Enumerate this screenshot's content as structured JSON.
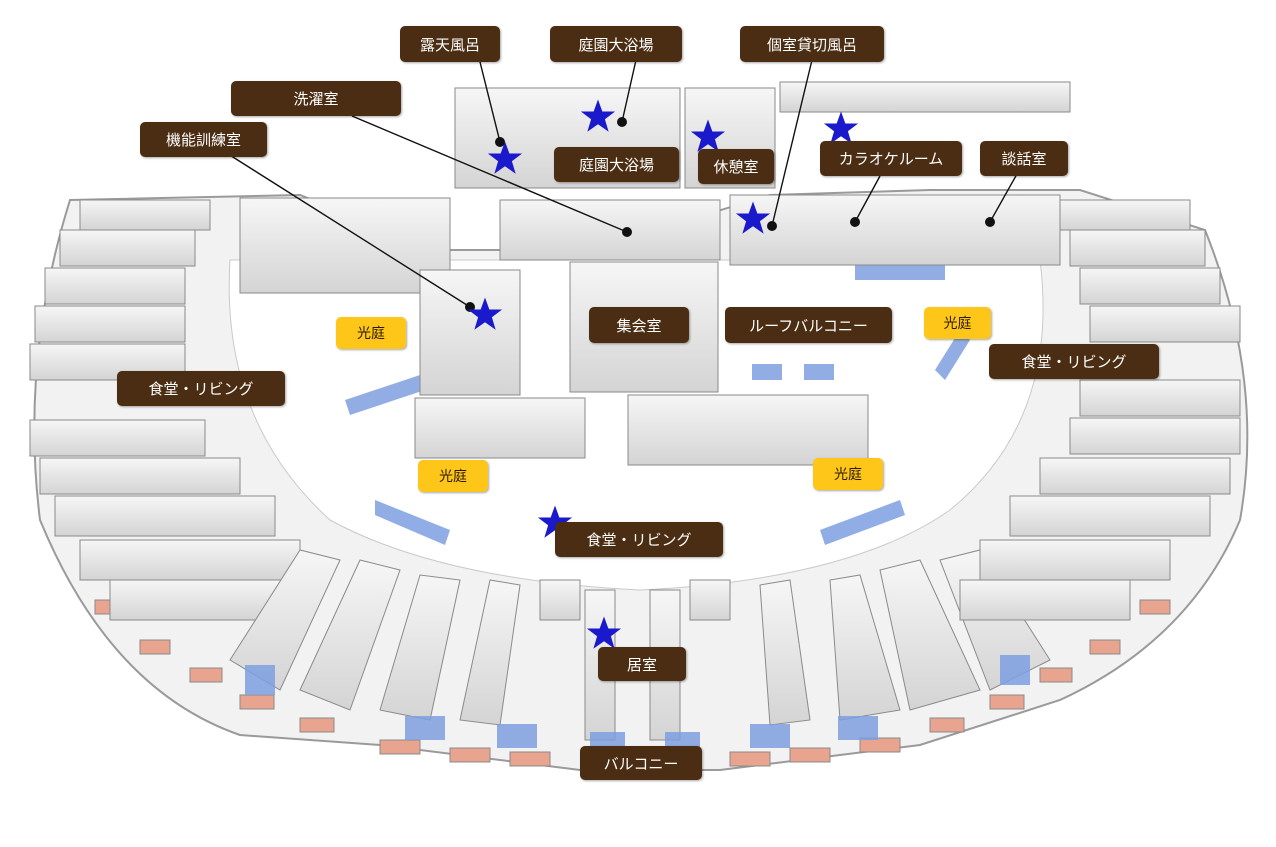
{
  "labels": {
    "open_air_bath": "露天風呂",
    "garden_bath_top": "庭園大浴場",
    "private_bath": "個室貸切風呂",
    "laundry": "洗濯室",
    "training_room": "機能訓練室",
    "garden_bath": "庭園大浴場",
    "lounge": "休憩室",
    "karaoke": "カラオケルーム",
    "conversation_room": "談話室",
    "light_court_1": "光庭",
    "meeting_room": "集会室",
    "roof_balcony": "ルーフバルコニー",
    "light_court_2": "光庭",
    "dining_left": "食堂・リビング",
    "dining_right": "食堂・リビング",
    "light_court_3": "光庭",
    "light_court_4": "光庭",
    "dining_center": "食堂・リビング",
    "room": "居室",
    "balcony": "バルコニー"
  },
  "colors": {
    "label_bg": "#4a2d12",
    "label_text": "#ffffff",
    "court_label_bg": "#ffc61a",
    "star": "#1a1acc",
    "window": "#7e9fe0",
    "wall": "#eeeeee",
    "floor": "#ffffff",
    "balcony_rail": "#e8a48e"
  },
  "icons": {
    "marker": "star-icon",
    "pin": "dot-icon"
  }
}
